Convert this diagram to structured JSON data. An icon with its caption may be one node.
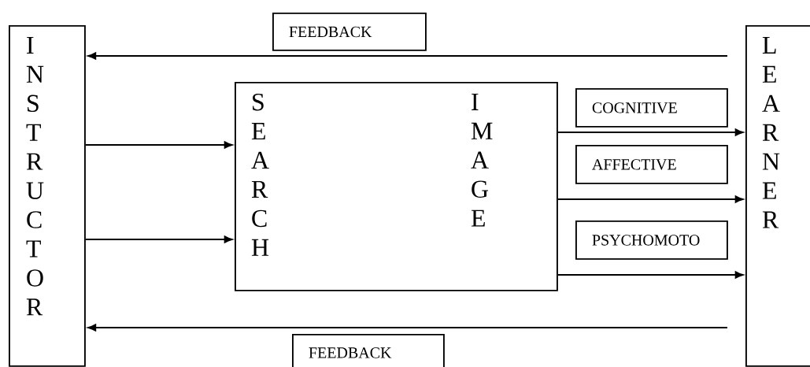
{
  "diagram": {
    "nodes": [
      {
        "text": [
          "FEEDBACK"
        ]
      },
      {
        "text": [
          "I N S T R U C T O R"
        ]
      },
      {
        "text": [
          "S E A R C H",
          "I M A G E"
        ]
      },
      {
        "text": [
          "COGNITIVE"
        ]
      },
      {
        "text": [
          "AFFECTIVE"
        ]
      },
      {
        "text": [
          "PSYCHOMOTO"
        ]
      },
      {
        "text": [
          "L E A R N E R"
        ]
      },
      {
        "text": [
          "FEEDBACK"
        ]
      }
    ],
    "edges": [
      {
        "from": 6,
        "to": 1,
        "arrow": "to"
      },
      {
        "from": 1,
        "to": 2,
        "arrow": "to"
      },
      {
        "from": 1,
        "to": 2,
        "arrow": "to"
      },
      {
        "from": 2,
        "to": 6,
        "arrow": "to"
      },
      {
        "from": 2,
        "to": 6,
        "arrow": "to"
      },
      {
        "from": 2,
        "to": 6,
        "arrow": "to"
      },
      {
        "from": 6,
        "to": 1,
        "arrow": "to"
      }
    ]
  }
}
